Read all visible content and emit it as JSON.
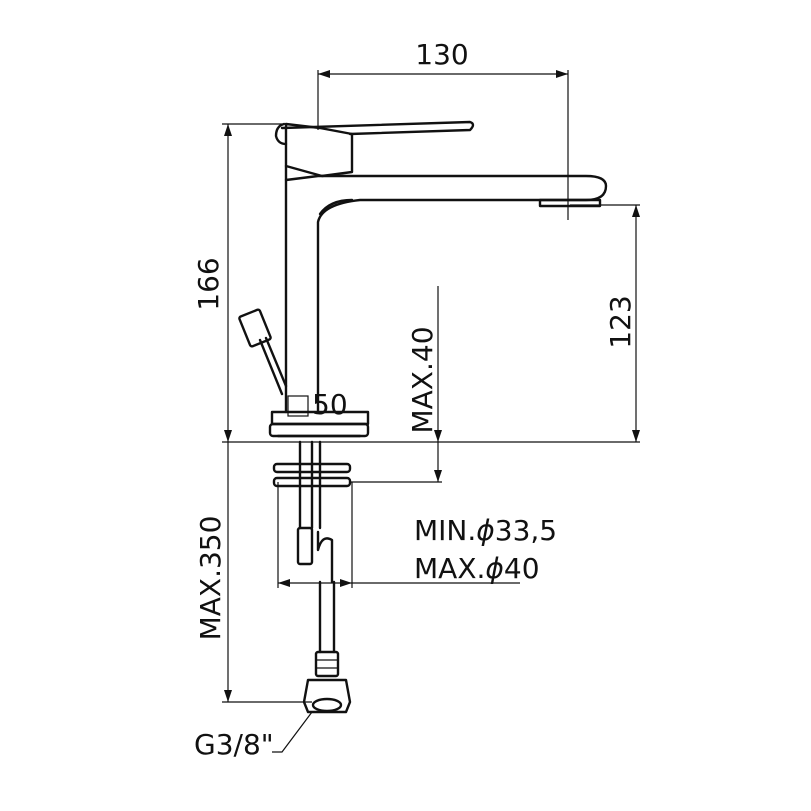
{
  "dimensions": {
    "spout_reach": "130",
    "total_height": "166",
    "spout_height": "123",
    "base_square": "50",
    "max_deck_thickness": "MAX.40",
    "hose_length": "MAX.350",
    "hole_min": "MIN.",
    "hole_min_value": "33,5",
    "hole_max": "MAX.",
    "hole_max_value": "40",
    "diameter_symbol": "ϕ",
    "connection_thread": "G3/8\""
  },
  "colors": {
    "line": "#111111",
    "background": "#ffffff"
  }
}
